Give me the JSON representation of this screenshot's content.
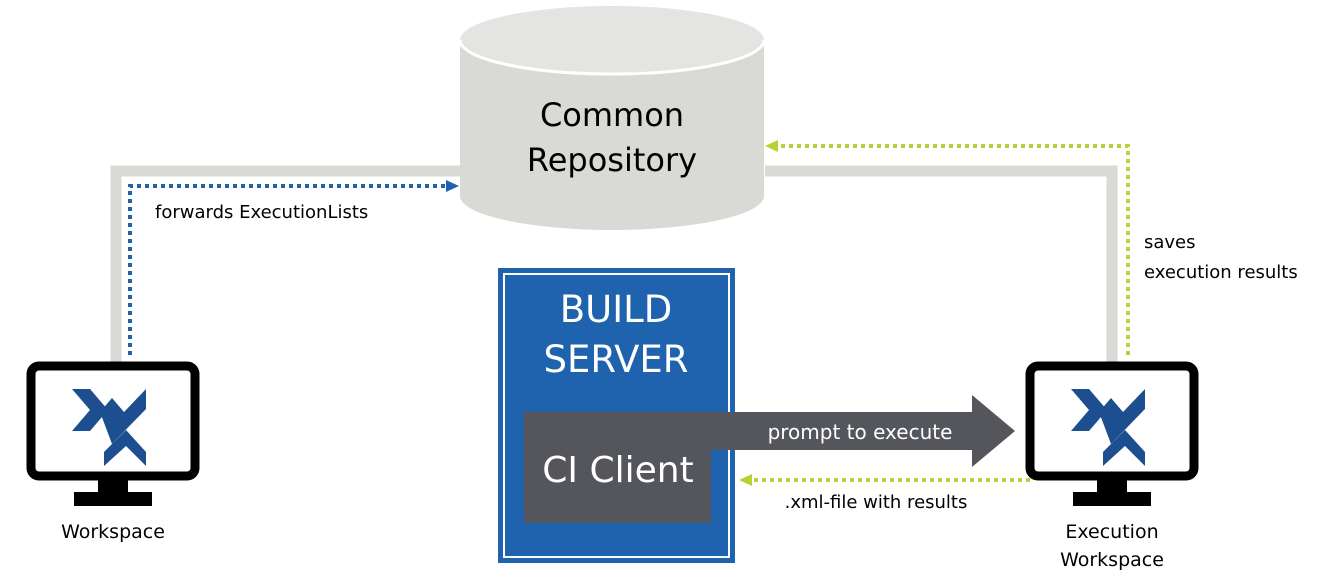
{
  "repository": {
    "line1": "Common",
    "line2": "Repository"
  },
  "build_server": {
    "line1": "BUILD",
    "line2": "SERVER",
    "ci_client": "CI Client"
  },
  "workspace": {
    "label": "Workspace"
  },
  "execution_workspace": {
    "line1": "Execution",
    "line2": "Workspace"
  },
  "edges": {
    "forwards": "forwards ExecutionLists",
    "saves_line1": "saves",
    "saves_line2": "execution results",
    "prompt": "prompt to execute",
    "xml_results": ".xml-file with results"
  },
  "colors": {
    "connector_gray": "#d9d9d6",
    "repo_fill": "#d9d9d6",
    "repo_top": "#e4e4e2",
    "server_blue": "#1f62ae",
    "client_dark": "#54565b",
    "dotted_blue": "#1f62ae",
    "dotted_green": "#b5d334",
    "monitor_black": "#000000",
    "logo_blue": "#1d4e8f"
  },
  "icons": {
    "workspace": "monitor-icon",
    "logo": "tosca-logo-icon"
  }
}
